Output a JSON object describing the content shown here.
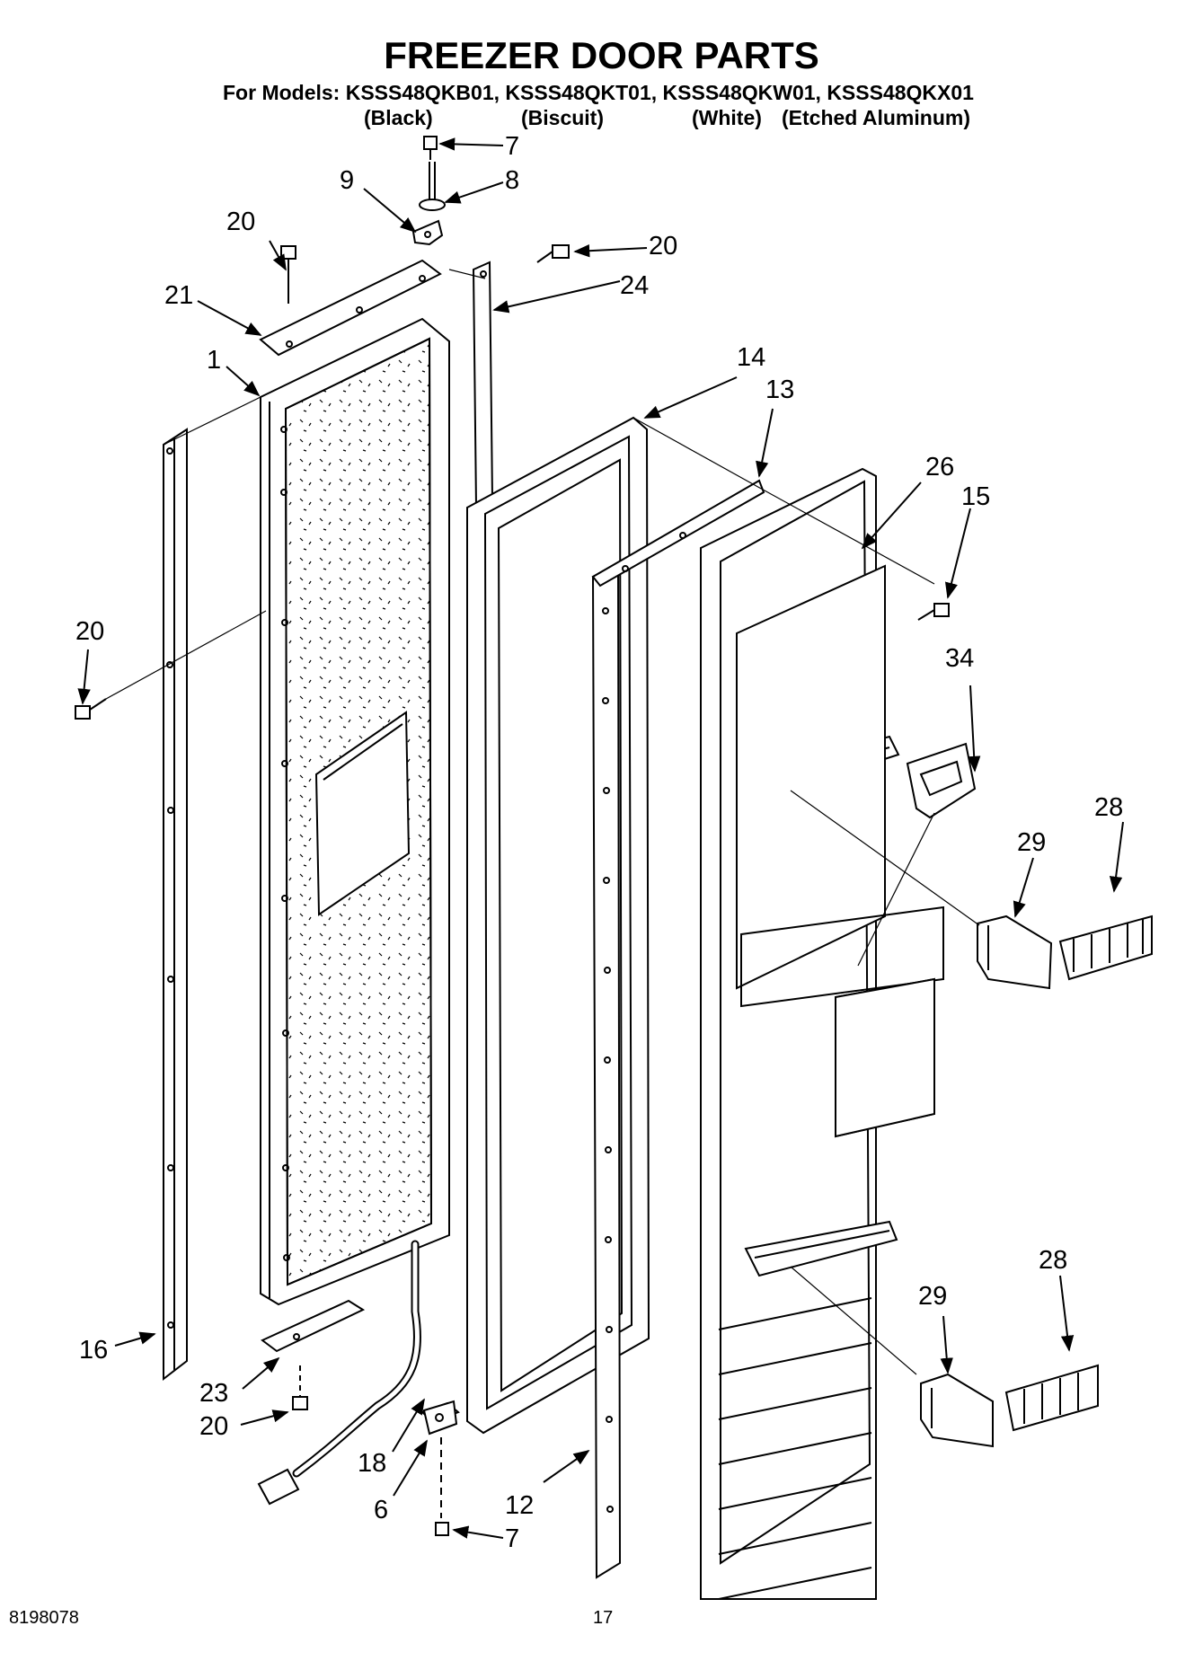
{
  "header": {
    "title": "FREEZER DOOR PARTS",
    "models_line": "For Models: KSSS48QKB01, KSSS48QKT01, KSSS48QKW01, KSSS48QKX01",
    "finishes": [
      "(Black)",
      "(Biscuit)",
      "(White)",
      "(Etched Aluminum)"
    ]
  },
  "callouts": [
    "7",
    "8",
    "9",
    "20",
    "20",
    "21",
    "24",
    "1",
    "14",
    "13",
    "26",
    "15",
    "20",
    "34",
    "28",
    "29",
    "16",
    "23",
    "20",
    "18",
    "6",
    "12",
    "7",
    "29",
    "28"
  ],
  "footer": {
    "doc_number": "8198078",
    "page_number": "17"
  }
}
